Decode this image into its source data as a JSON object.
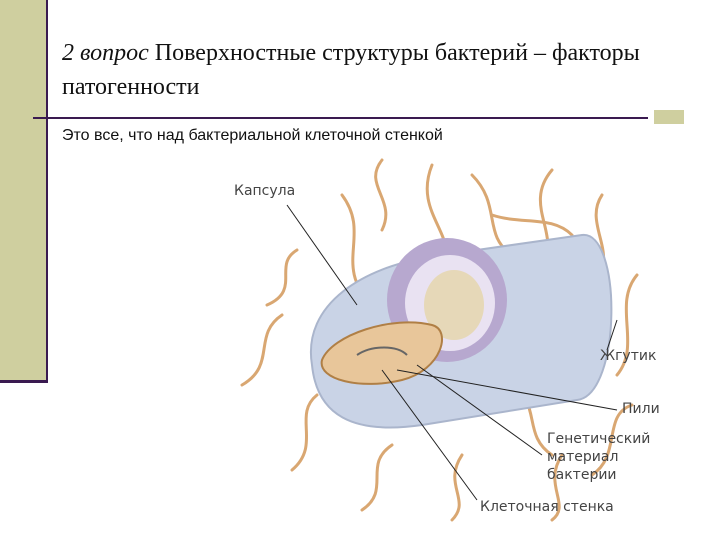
{
  "slide": {
    "title_number": "2 вопрос",
    "title_text": "Поверхностные структуры бактерий – факторы патогенности",
    "subtitle": "Это все, что  над бактериальной клеточной стенкой"
  },
  "diagram": {
    "labels": {
      "capsule": "Капсула",
      "flagellum": "Жгутик",
      "pili": "Пили",
      "genetic_1": "Генетический",
      "genetic_2": "материал",
      "genetic_3": "бактерии",
      "cell_wall": "Клеточная стенка"
    }
  },
  "colors": {
    "accent_bar": "#cfcf9f",
    "rule": "#3a1a50",
    "flagella": "#d9a772",
    "capsule": "#c9d3e6",
    "cytoplasm": "#e8c69a"
  }
}
